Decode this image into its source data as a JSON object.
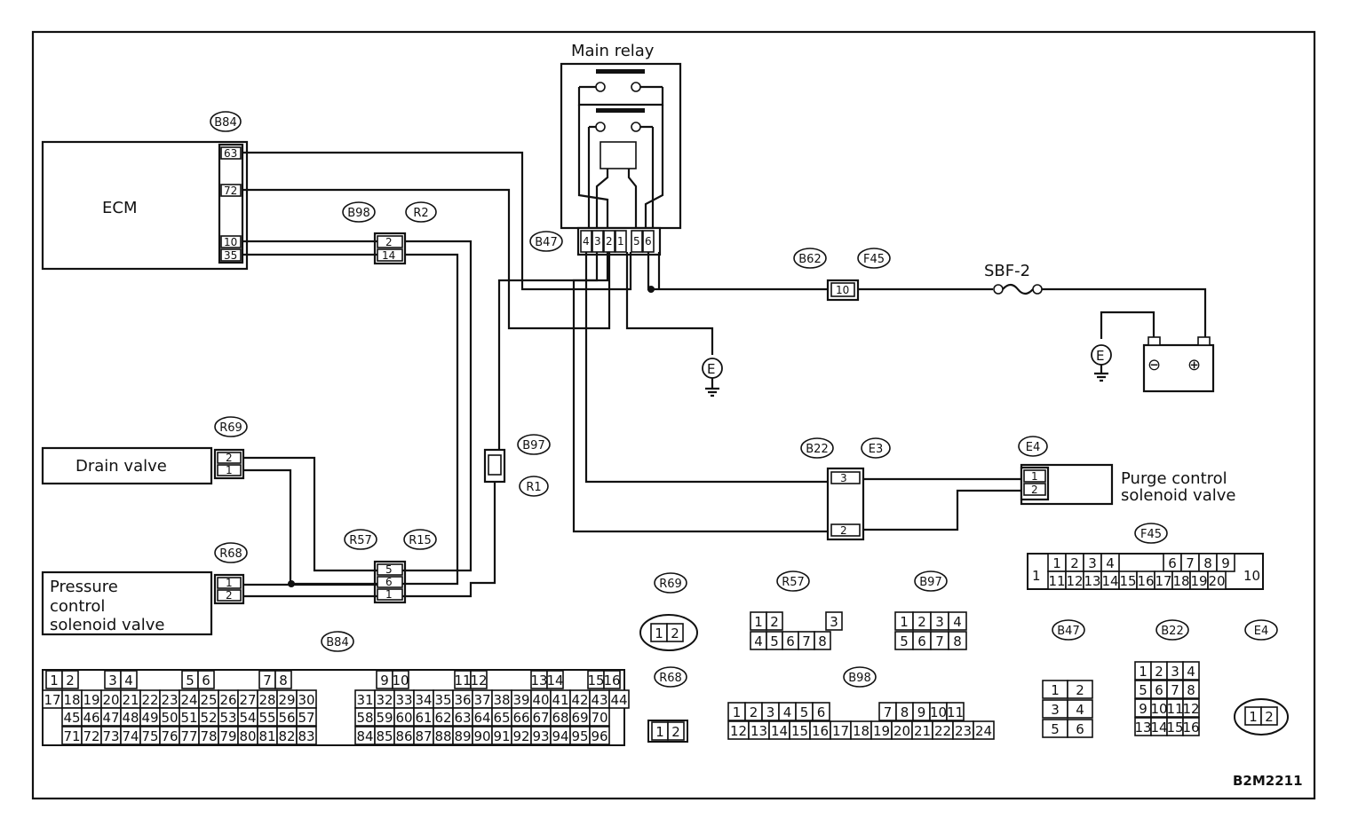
{
  "diagram_id": "B2M2211",
  "components": {
    "ecm": "ECM",
    "main_relay": "Main relay",
    "drain_valve": "Drain valve",
    "pressure_valve": [
      "Pressure",
      "control",
      "solenoid valve"
    ],
    "purge_valve": [
      "Purge control",
      "solenoid valve"
    ],
    "fuse": "SBF-2",
    "ground_symbol": "E",
    "battery_minus": "⊖",
    "battery_plus": "⊕"
  },
  "connector_tags": {
    "ecm": "B84",
    "b98": "B98",
    "r2": "R2",
    "b47": "B47",
    "b62": "B62",
    "f45": "F45",
    "r69": "R69",
    "r68": "R68",
    "r57": "R57",
    "r15": "R15",
    "b97": "B97",
    "r1": "R1",
    "b22": "B22",
    "e3": "E3",
    "e4": "E4"
  },
  "pin_labels": {
    "ecm": [
      "63",
      "72",
      "10",
      "35"
    ],
    "b98": [
      "2",
      "14"
    ],
    "f45": "10",
    "r69": [
      "2",
      "1"
    ],
    "r68": [
      "1",
      "2"
    ],
    "r57": [
      "5",
      "6",
      "1"
    ],
    "b22": [
      "3",
      "2"
    ],
    "e4": [
      "1",
      "2"
    ],
    "relay": [
      "4",
      "3",
      "2",
      "1",
      "5",
      "6"
    ]
  },
  "connector_views": {
    "f45": {
      "tag": "F45",
      "top": [
        "1",
        "2",
        "3",
        "4",
        "5",
        "6",
        "7",
        "8",
        "9",
        "10"
      ],
      "bottom": [
        "11",
        "12",
        "13",
        "14",
        "15",
        "16",
        "17",
        "18",
        "19",
        "20"
      ]
    },
    "r69": {
      "tag": "R69",
      "pins": [
        "1",
        "2"
      ]
    },
    "r68": {
      "tag": "R68",
      "pins": [
        "1",
        "2"
      ]
    },
    "r57": {
      "tag": "R57",
      "top": [
        "1",
        "2",
        "3"
      ],
      "bottom": [
        "4",
        "5",
        "6",
        "7",
        "8"
      ]
    },
    "b97": {
      "tag": "B97",
      "top": [
        "1",
        "2",
        "3",
        "4"
      ],
      "bottom": [
        "5",
        "6",
        "7",
        "8"
      ]
    },
    "b98": {
      "tag": "B98",
      "top": [
        "1",
        "2",
        "3",
        "4",
        "5",
        "6",
        "7",
        "8",
        "9",
        "10",
        "11"
      ],
      "bottom": [
        "12",
        "13",
        "14",
        "15",
        "16",
        "17",
        "18",
        "19",
        "20",
        "21",
        "22",
        "23",
        "24"
      ]
    },
    "b47": {
      "tag": "B47",
      "rows": [
        [
          "1",
          "2"
        ],
        [
          "3",
          "4"
        ],
        [
          "5",
          "6"
        ]
      ]
    },
    "b22": {
      "tag": "B22",
      "rows": [
        [
          "1",
          "2",
          "3",
          "4"
        ],
        [
          "5",
          "6",
          "7",
          "8"
        ],
        [
          "9",
          "10",
          "11",
          "12"
        ],
        [
          "13",
          "14",
          "15",
          "16"
        ]
      ]
    },
    "e4": {
      "tag": "E4",
      "pins": [
        "1",
        "2"
      ]
    },
    "b84": {
      "tag": "B84",
      "row1": [
        "1",
        "2",
        "3",
        "4",
        "5",
        "6",
        "7",
        "8",
        "9",
        "10",
        "11",
        "12",
        "13",
        "14",
        "15",
        "16"
      ],
      "row2": [
        "17",
        "18",
        "19",
        "20",
        "21",
        "22",
        "23",
        "24",
        "25",
        "26",
        "27",
        "28",
        "29",
        "30",
        "31",
        "32",
        "33",
        "34",
        "35",
        "36",
        "37",
        "38",
        "39",
        "40",
        "41",
        "42",
        "43",
        "44"
      ],
      "row3": [
        "45",
        "46",
        "47",
        "48",
        "49",
        "50",
        "51",
        "52",
        "53",
        "54",
        "55",
        "56",
        "57",
        "58",
        "59",
        "60",
        "61",
        "62",
        "63",
        "64",
        "65",
        "66",
        "67",
        "68",
        "69",
        "70"
      ],
      "row4": [
        "71",
        "72",
        "73",
        "74",
        "75",
        "76",
        "77",
        "78",
        "79",
        "80",
        "81",
        "82",
        "83",
        "84",
        "85",
        "86",
        "87",
        "88",
        "89",
        "90",
        "91",
        "92",
        "93",
        "94",
        "95",
        "96"
      ]
    }
  }
}
